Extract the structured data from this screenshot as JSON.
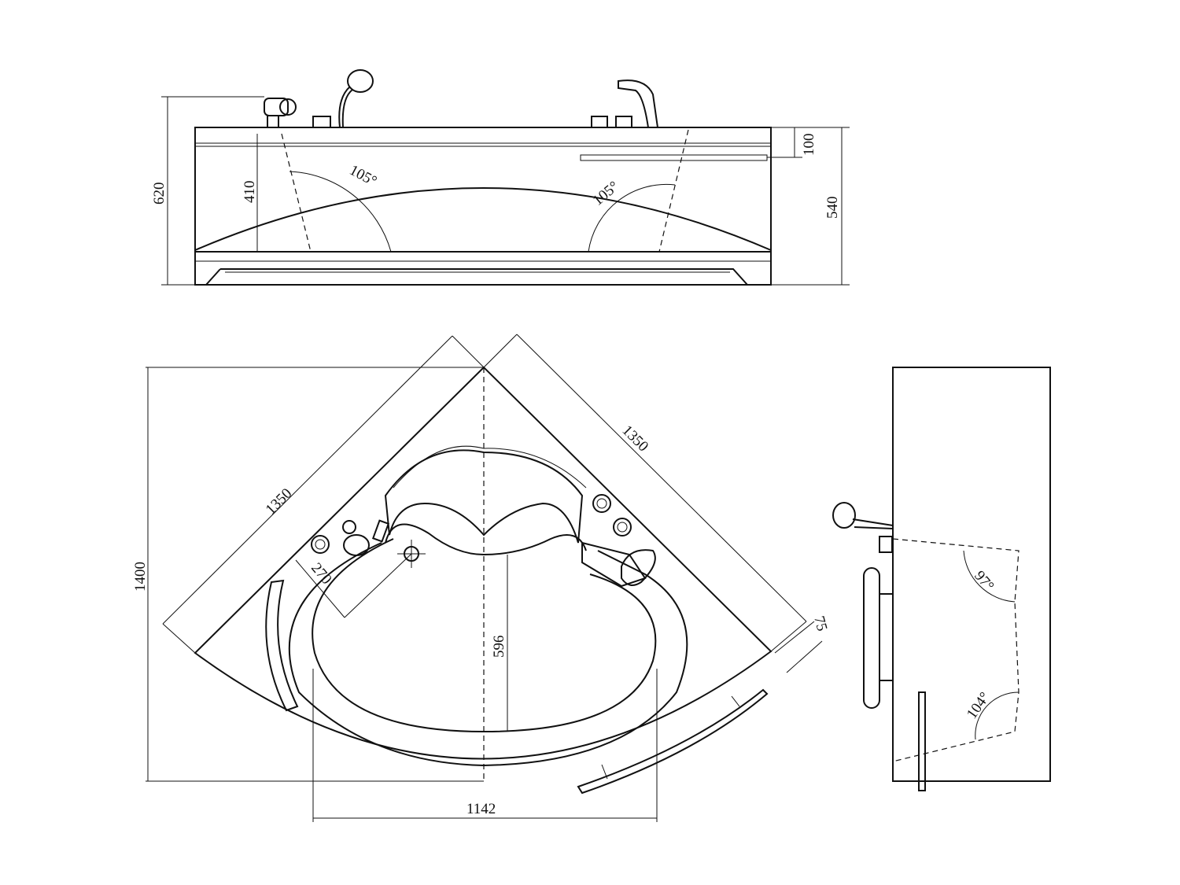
{
  "front_view": {
    "height_total": "620",
    "inner_depth": "410",
    "angle_left": "105°",
    "angle_right": "105°",
    "rim_height": "100",
    "apron_height": "540"
  },
  "plan_view": {
    "side_left": "1350",
    "side_right": "1350",
    "depth": "1400",
    "drain_offset": "270",
    "inner_depth": "596",
    "inner_width": "1142",
    "rim_offset": "75"
  },
  "side_view": {
    "angle_top": "97°",
    "angle_bottom": "104°"
  },
  "colors": {
    "line": "#111111",
    "background": "#ffffff"
  }
}
